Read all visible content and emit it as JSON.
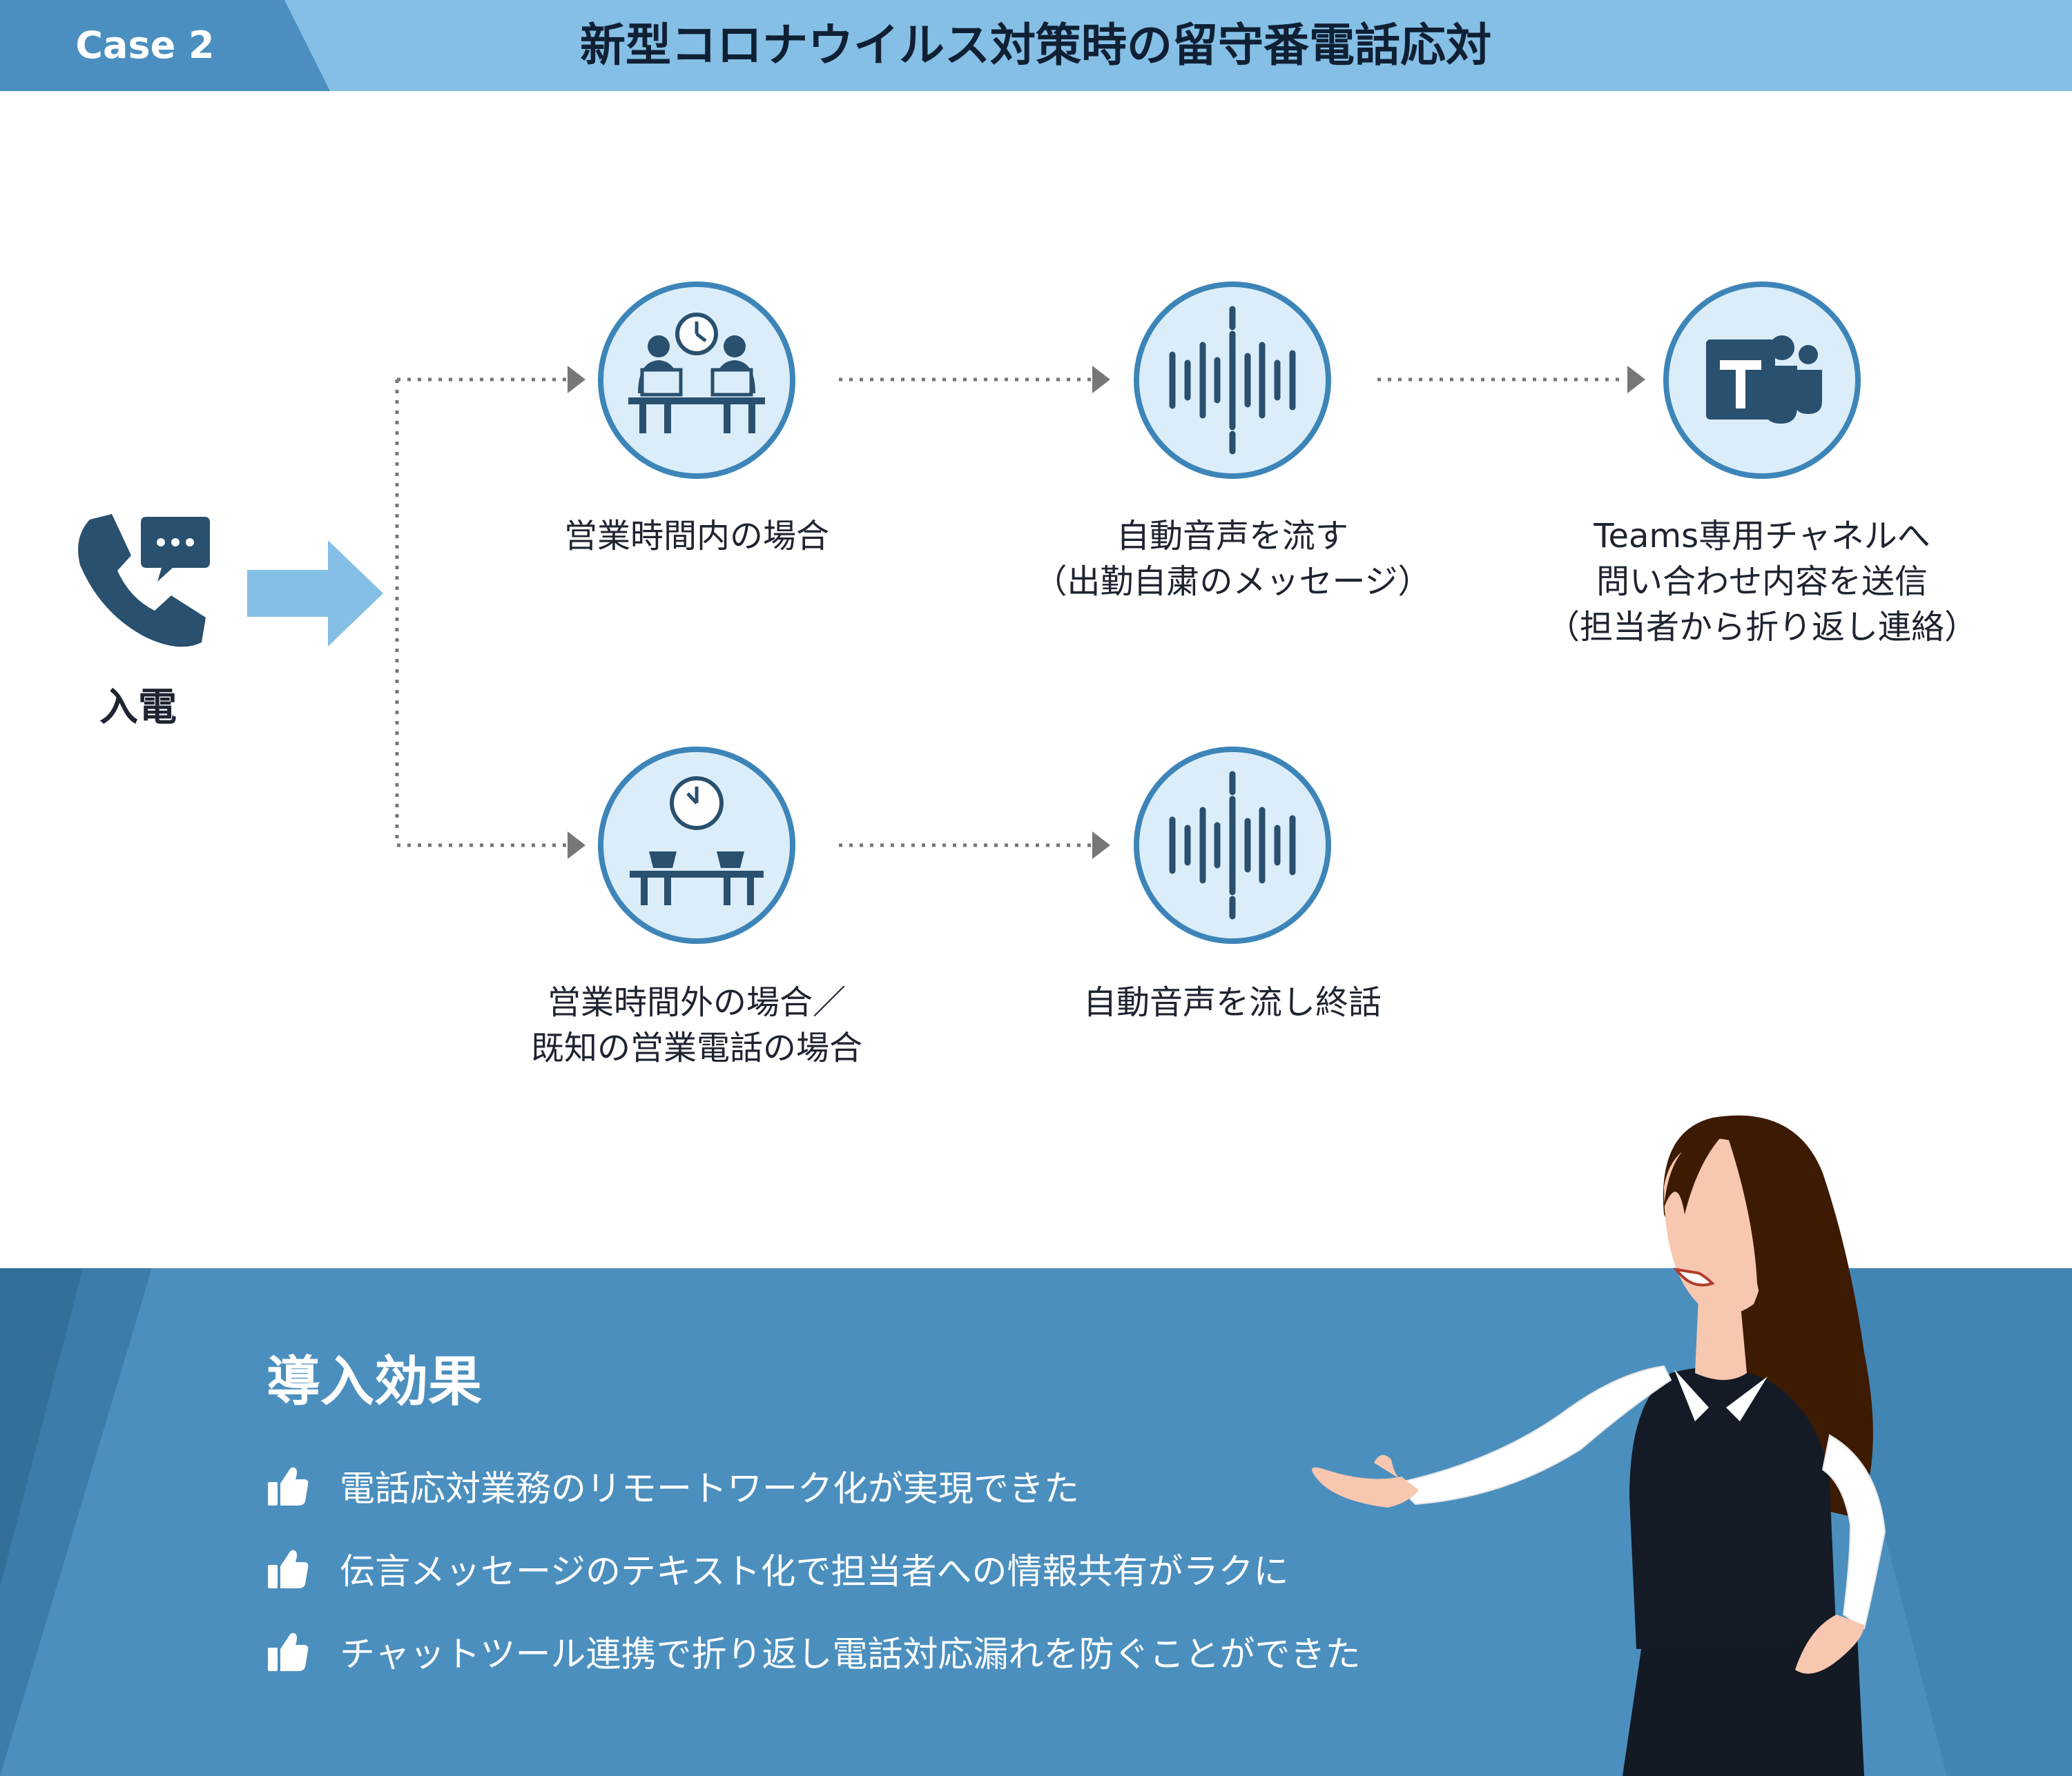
{
  "header": {
    "case_label": "Case 2",
    "title": "新型コロナウイルス対策時の留守番電話応対"
  },
  "incoming": {
    "label": "入電",
    "icon": "phone-chat-icon"
  },
  "flow": {
    "business_hours": {
      "label": "営業時間内の場合",
      "icon": "office-desk-clock-icon"
    },
    "auto_voice_1": {
      "lines": [
        "自動音声を流す",
        "（出勤自粛のメッセージ）"
      ],
      "icon": "sound-wave-icon"
    },
    "teams": {
      "lines": [
        "Teams専用チャネルへ",
        "問い合わせ内容を送信",
        "（担当者から折り返し連絡）"
      ],
      "icon": "microsoft-teams-icon"
    },
    "after_hours": {
      "lines": [
        "営業時間外の場合／",
        "既知の営業電話の場合"
      ],
      "icon": "empty-desk-clock-icon"
    },
    "auto_voice_2": {
      "label": "自動音声を流し終話",
      "icon": "sound-wave-icon"
    }
  },
  "effects": {
    "title": "導入効果",
    "items": [
      "電話応対業務のリモートワーク化が実現できた",
      "伝言メッセージのテキスト化で担当者への情報共有がラクに",
      "チャットツール連携で折り返し電話対応漏れを防ぐことができた"
    ],
    "icon": "thumbs-up-icon"
  },
  "colors": {
    "header_bg": "#85bfe5",
    "case_bg": "#4a8fbf",
    "circle_ring": "#3d85b8",
    "circle_fill": "#dcedfa",
    "icon_dark": "#29506e",
    "panel_bg": "#4b8fbe",
    "panel_dark": "#3a7aa7",
    "arrow_light": "#85bfe5",
    "connector": "#777777"
  }
}
